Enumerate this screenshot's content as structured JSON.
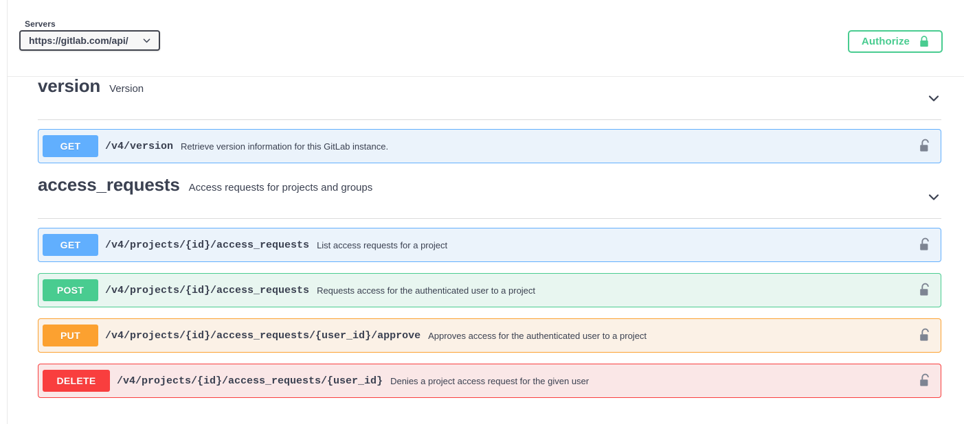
{
  "topbar": {
    "servers_label": "Servers",
    "server_selected": "https://gitlab.com/api/",
    "server_dropdown_icon": "chevron-down-icon",
    "authorize_label": "Authorize",
    "authorize_icon": "lock-closed-icon",
    "authorize_color": "#49cc90"
  },
  "colors": {
    "get": "#61affe",
    "post": "#49cc90",
    "put": "#fca130",
    "delete": "#f93e3e",
    "text": "#3b4151",
    "lock": "#7d8492"
  },
  "sections": [
    {
      "name": "version",
      "description": "Version",
      "collapse_icon": "chevron-down-icon",
      "operations": [
        {
          "method": "GET",
          "method_class": "get",
          "path": "/v4/version",
          "summary": "Retrieve version information for this GitLab instance.",
          "lock_icon": "lock-open-icon"
        }
      ]
    },
    {
      "name": "access_requests",
      "description": "Access requests for projects and groups",
      "collapse_icon": "chevron-down-icon",
      "operations": [
        {
          "method": "GET",
          "method_class": "get",
          "path": "/v4/projects/{id}/access_requests",
          "summary": "List access requests for a project",
          "lock_icon": "lock-open-icon"
        },
        {
          "method": "POST",
          "method_class": "post",
          "path": "/v4/projects/{id}/access_requests",
          "summary": "Requests access for the authenticated user to a project",
          "lock_icon": "lock-open-icon"
        },
        {
          "method": "PUT",
          "method_class": "put",
          "path": "/v4/projects/{id}/access_requests/{user_id}/approve",
          "summary": "Approves access for the authenticated user to a project",
          "lock_icon": "lock-open-icon"
        },
        {
          "method": "DELETE",
          "method_class": "delete",
          "path": "/v4/projects/{id}/access_requests/{user_id}",
          "summary": "Denies a project access request for the given user",
          "lock_icon": "lock-open-icon"
        }
      ]
    }
  ]
}
